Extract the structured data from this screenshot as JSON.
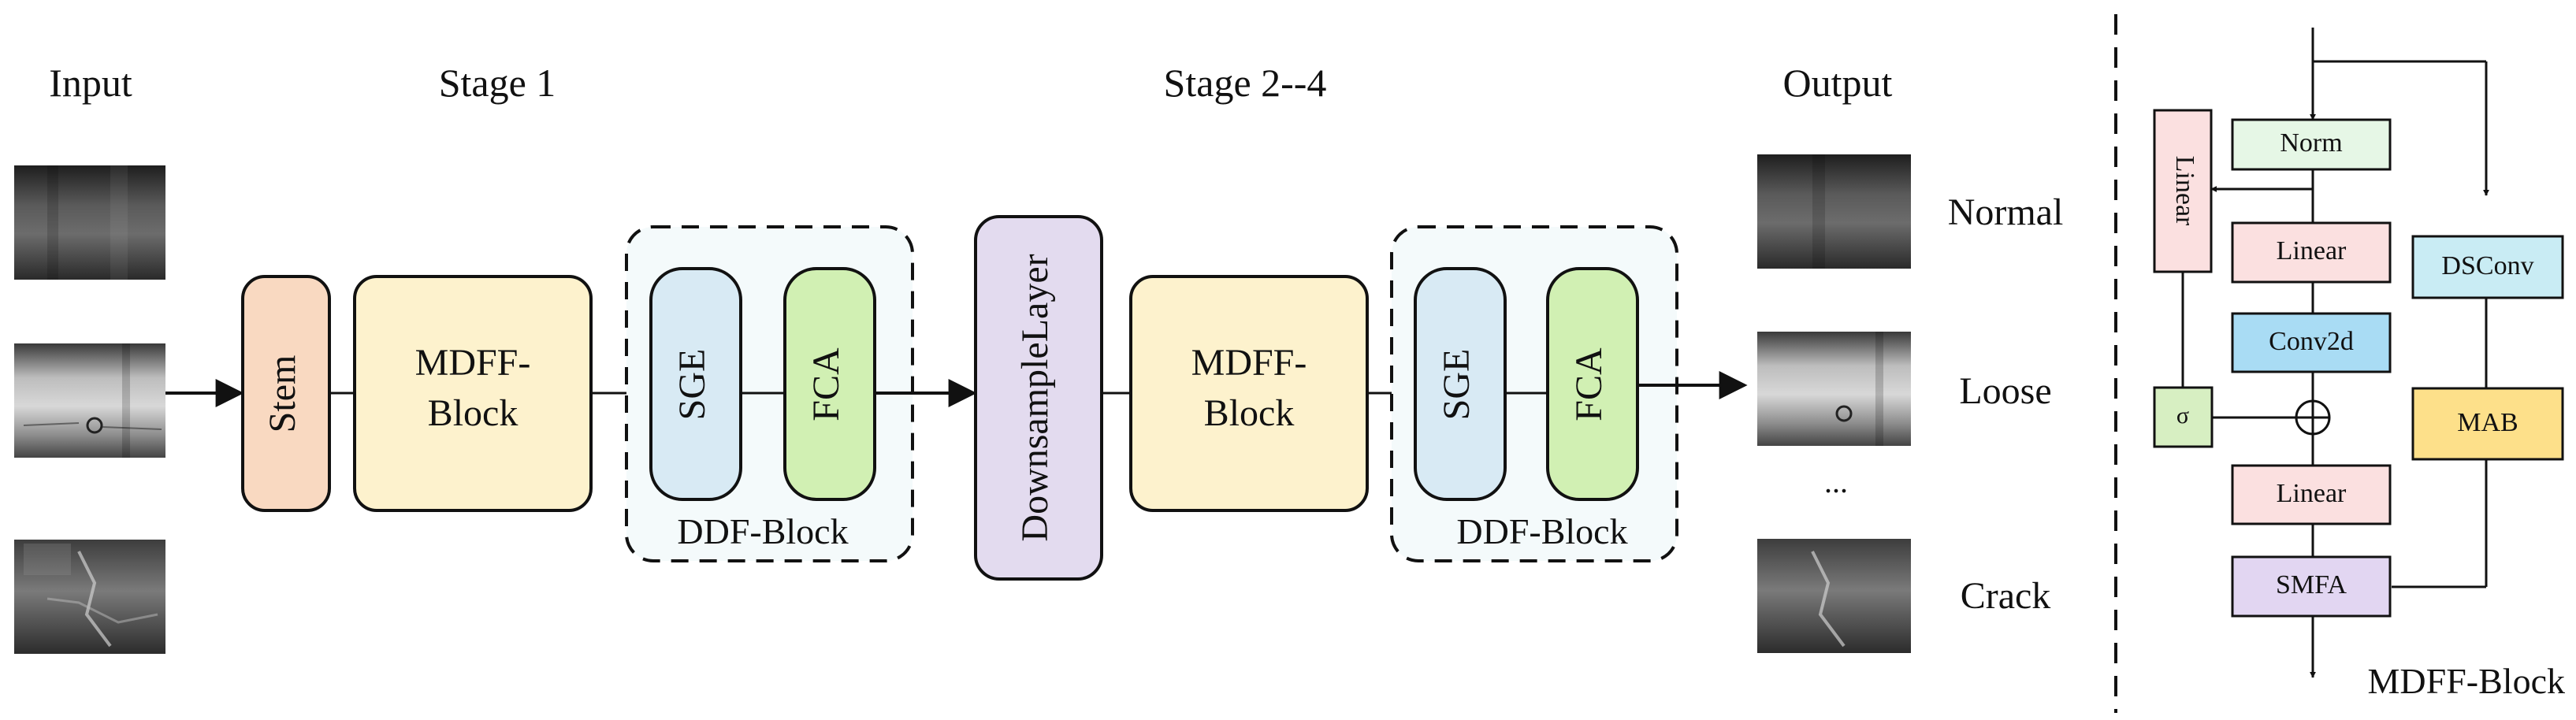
{
  "headers": {
    "input": "Input",
    "stage1": "Stage 1",
    "stage24": "Stage 2--4",
    "output": "Output"
  },
  "pipeline": {
    "stem": "Stem",
    "mdff_block": [
      "MDFF-",
      "Block"
    ],
    "sge": "SGE",
    "fca": "FCA",
    "ddf_block": "DDF-Block",
    "downsample": "DownsampleLayer"
  },
  "outputs": {
    "normal": "Normal",
    "loose": "Loose",
    "ellipsis": "...",
    "crack": "Crack"
  },
  "detail": {
    "norm": "Norm",
    "linear_side": "Linear",
    "linear_top": "Linear",
    "conv2d": "Conv2d",
    "sigma": "σ",
    "linear_bottom": "Linear",
    "smfa": "SMFA",
    "dsconv": "DSConv",
    "mab": "MAB",
    "caption": "MDFF-Block"
  },
  "colors": {
    "stem": "#f9d9c1",
    "mdff": "#fdf2cd",
    "sge": "#d8eaf4",
    "fca": "#d1f0b3",
    "downsample": "#e3dbef",
    "ddf_bg": "#f4fafb",
    "norm": "#e6f7e6",
    "linear": "#fbe0e0",
    "conv2d": "#a9dcf4",
    "sigma": "#d7efc2",
    "smfa": "#e2d6f2",
    "dsconv": "#c9ecf4",
    "mab": "#fde08a"
  }
}
